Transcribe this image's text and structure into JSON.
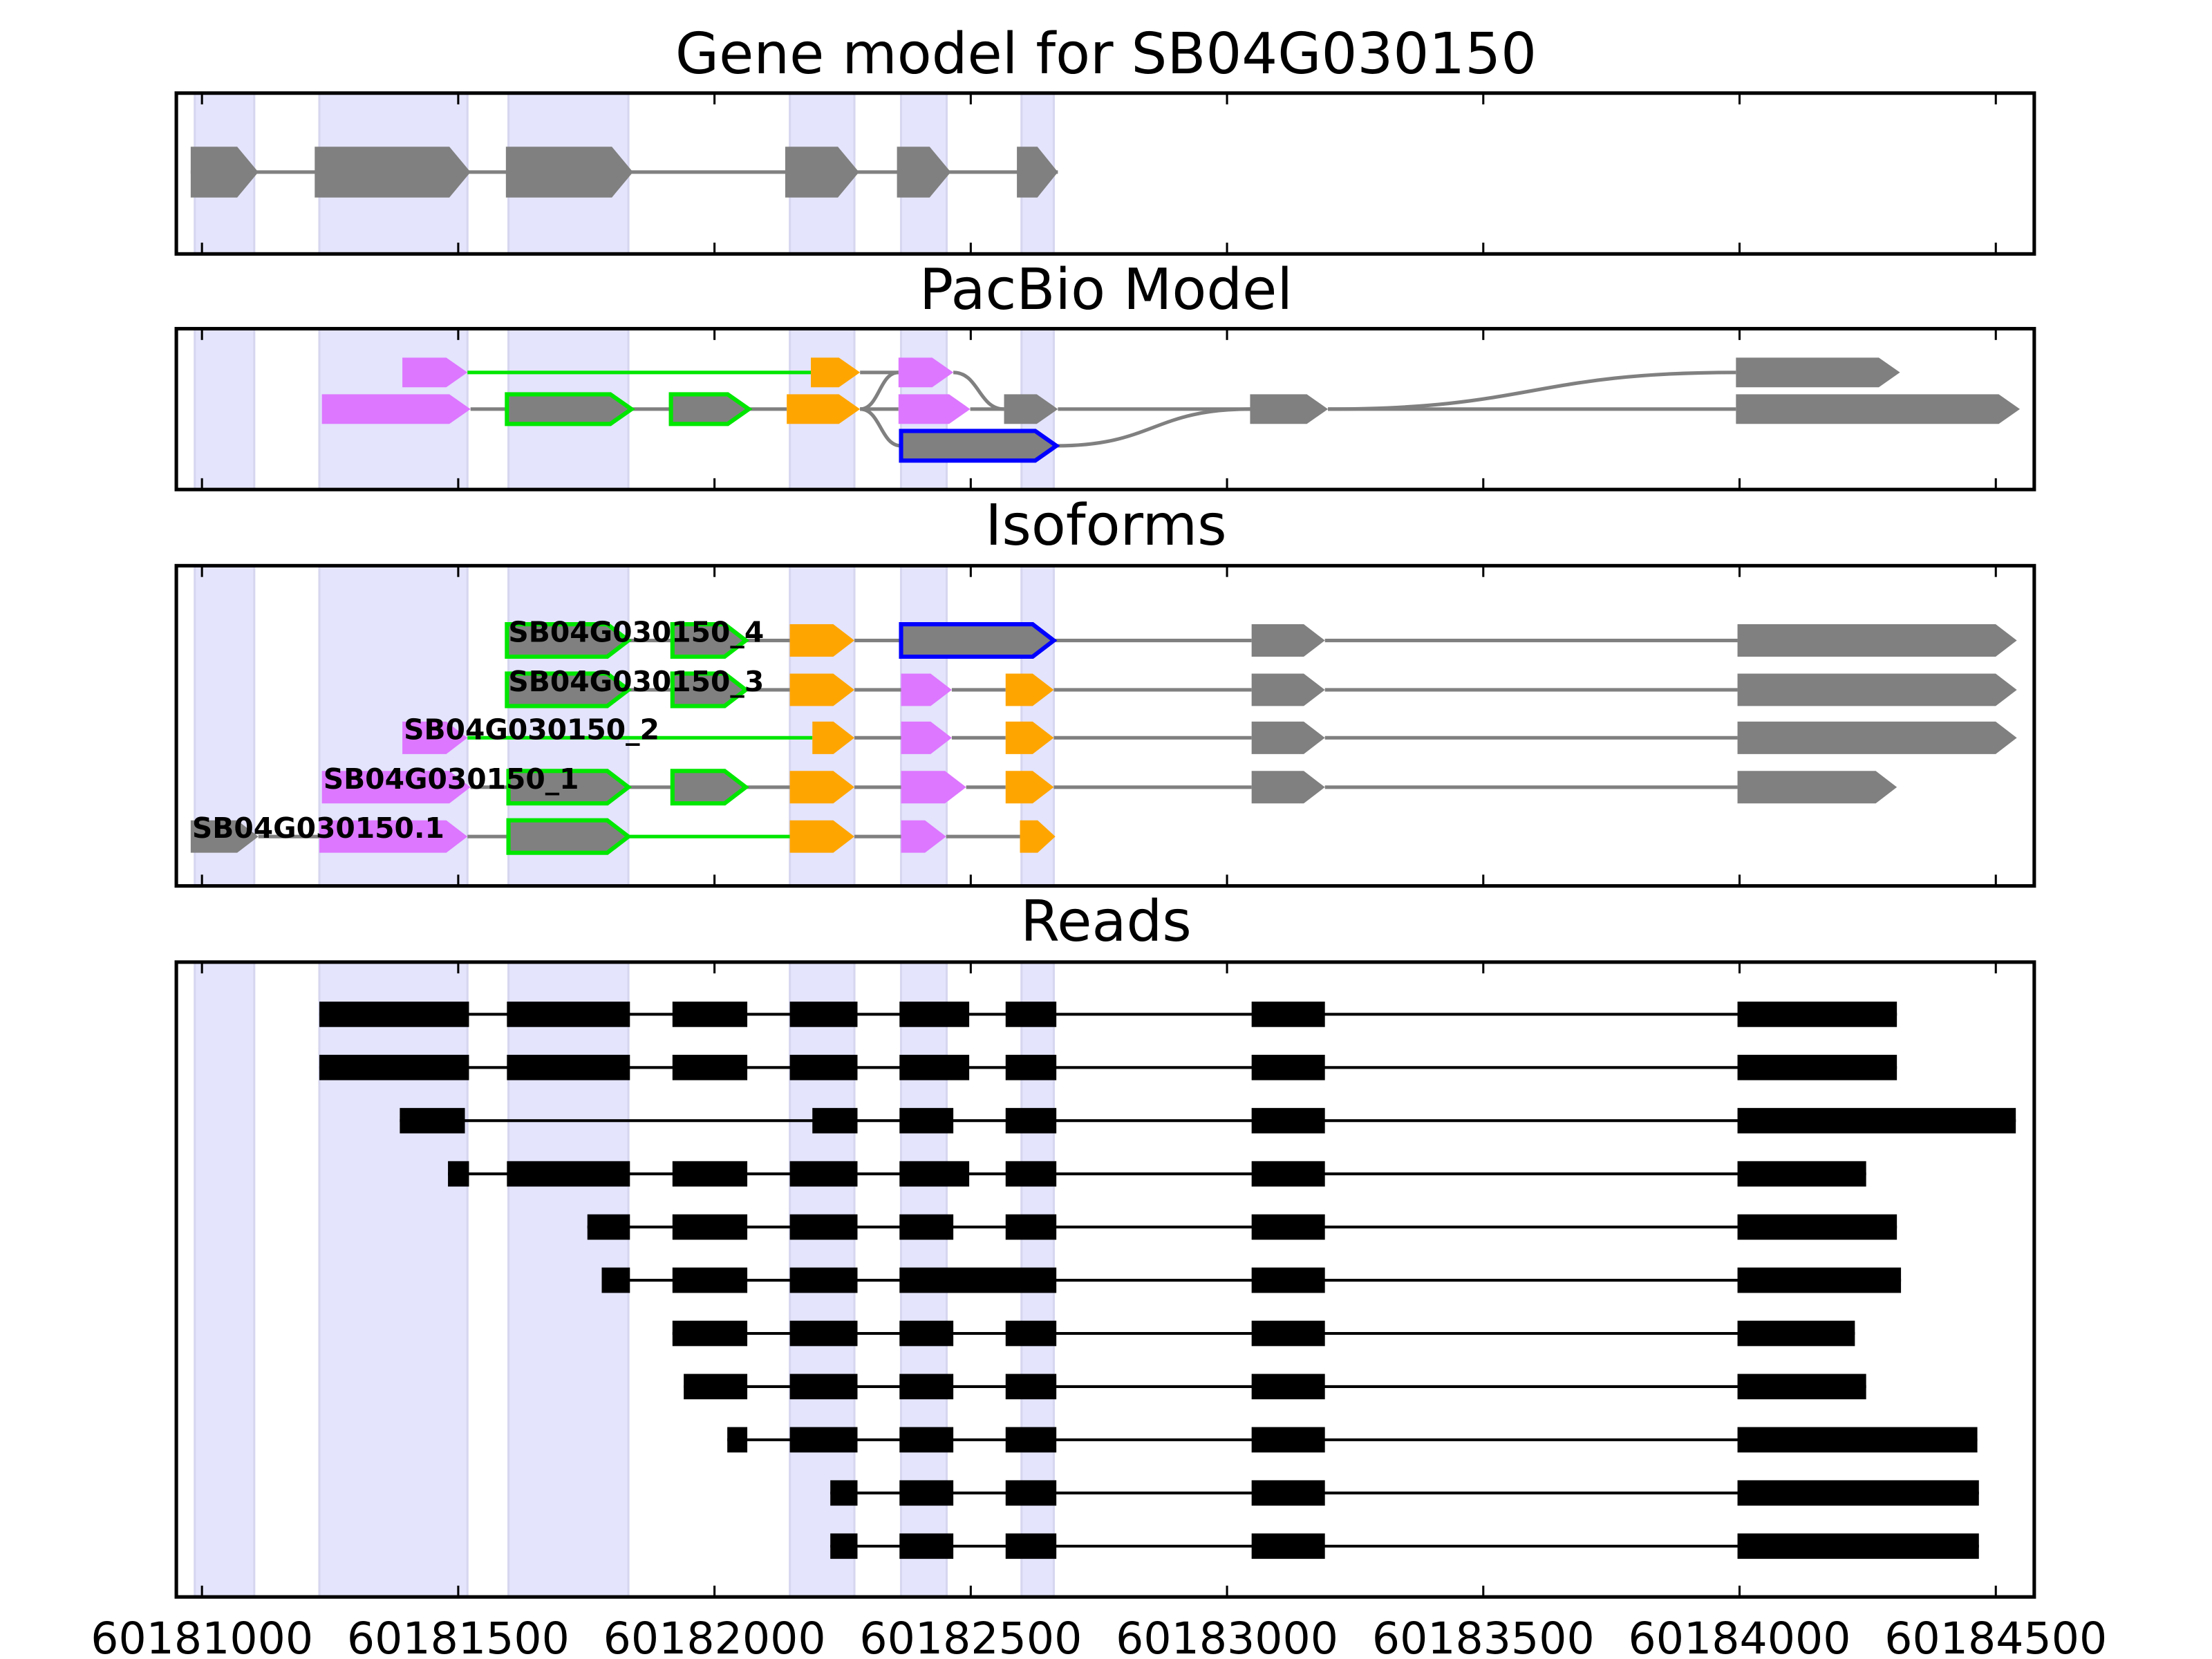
{
  "chart_data": {
    "type": "gene-structure",
    "xlim": [
      60180950,
      60184575
    ],
    "xticks": [
      60181000,
      60181500,
      60182000,
      60182500,
      60183000,
      60183500,
      60184000,
      60184500
    ],
    "xtick_labels": [
      "60181000",
      "60181500",
      "60182000",
      "60182500",
      "60183000",
      "60183500",
      "60184000",
      "60184500"
    ],
    "shaded_regions": [
      [
        60180986,
        60181102
      ],
      [
        60181229,
        60181518
      ],
      [
        60181598,
        60181832
      ],
      [
        60182147,
        60182273
      ],
      [
        60182364,
        60182453
      ],
      [
        60182599,
        60182662
      ]
    ],
    "colors": {
      "gray": "#808080",
      "pink": "#dd77ff",
      "orange": "#ffa500",
      "green": "#00e600",
      "blue": "#0000ff",
      "shade": "#e4e4fc",
      "black": "#000000"
    },
    "gene_model": {
      "title": "Gene model for SB04G030150",
      "exons": [
        [
          60180978,
          60181110
        ],
        [
          60181220,
          60181524
        ],
        [
          60181593,
          60181841
        ],
        [
          60182138,
          60182282
        ],
        [
          60182356,
          60182461
        ],
        [
          60182590,
          60182670
        ]
      ]
    },
    "pacbio": {
      "title": "PacBio Model",
      "nodes": [
        {
          "id": "a",
          "start": 60181391,
          "end": 60181518,
          "row": 0,
          "fill": "pink"
        },
        {
          "id": "b",
          "start": 60182188,
          "end": 60182284,
          "row": 0,
          "fill": "orange"
        },
        {
          "id": "c",
          "start": 60182359,
          "end": 60182466,
          "row": 0,
          "fill": "pink"
        },
        {
          "id": "d",
          "start": 60181234,
          "end": 60181524,
          "row": 1,
          "fill": "pink"
        },
        {
          "id": "e",
          "start": 60181595,
          "end": 60181838,
          "row": 1,
          "fill": "gray",
          "outline": "green"
        },
        {
          "id": "f",
          "start": 60181915,
          "end": 60182067,
          "row": 1,
          "fill": "gray",
          "outline": "green"
        },
        {
          "id": "g",
          "start": 60182141,
          "end": 60182284,
          "row": 1,
          "fill": "orange"
        },
        {
          "id": "h",
          "start": 60182359,
          "end": 60182499,
          "row": 1,
          "fill": "pink"
        },
        {
          "id": "i",
          "start": 60182565,
          "end": 60182670,
          "row": 1,
          "fill": "gray"
        },
        {
          "id": "j",
          "start": 60182364,
          "end": 60182667,
          "row": 2,
          "fill": "gray",
          "outline": "blue"
        },
        {
          "id": "k",
          "start": 60183045,
          "end": 60183197,
          "row": 1,
          "fill": "gray"
        },
        {
          "id": "l",
          "start": 60183993,
          "end": 60184547,
          "row": 1,
          "fill": "gray"
        },
        {
          "id": "m",
          "start": 60183993,
          "end": 60184313,
          "row": 0,
          "fill": "gray"
        }
      ],
      "edges": [
        [
          "a",
          "b",
          "green"
        ],
        [
          "b",
          "c",
          "gray"
        ],
        [
          "c",
          "i",
          "gray"
        ],
        [
          "d",
          "e",
          "gray"
        ],
        [
          "e",
          "f",
          "gray"
        ],
        [
          "f",
          "g",
          "gray"
        ],
        [
          "g",
          "c",
          "gray"
        ],
        [
          "g",
          "h",
          "gray"
        ],
        [
          "g",
          "j",
          "gray"
        ],
        [
          "h",
          "i",
          "gray"
        ],
        [
          "i",
          "k",
          "gray"
        ],
        [
          "j",
          "k",
          "gray"
        ],
        [
          "k",
          "l",
          "gray"
        ],
        [
          "k",
          "m",
          "gray"
        ]
      ]
    },
    "isoforms": {
      "title": "Isoforms",
      "rows": [
        {
          "label": "SB04G030150_4",
          "exons": [
            {
              "start": 60181595,
              "end": 60181832,
              "fill": "gray",
              "outline": "green"
            },
            {
              "start": 60181918,
              "end": 60182061,
              "fill": "gray",
              "outline": "green"
            },
            {
              "start": 60182147,
              "end": 60182273,
              "fill": "orange"
            },
            {
              "start": 60182364,
              "end": 60182662,
              "fill": "gray",
              "outline": "blue"
            },
            {
              "start": 60183048,
              "end": 60183191,
              "fill": "gray"
            },
            {
              "start": 60183996,
              "end": 60184541,
              "fill": "gray"
            }
          ],
          "intron_colors": [
            "gray",
            "gray",
            "gray",
            "gray",
            "gray"
          ]
        },
        {
          "label": "SB04G030150_3",
          "exons": [
            {
              "start": 60181595,
              "end": 60181832,
              "fill": "gray",
              "outline": "green"
            },
            {
              "start": 60181918,
              "end": 60182061,
              "fill": "gray",
              "outline": "green"
            },
            {
              "start": 60182147,
              "end": 60182273,
              "fill": "orange"
            },
            {
              "start": 60182364,
              "end": 60182463,
              "fill": "pink"
            },
            {
              "start": 60182568,
              "end": 60182662,
              "fill": "orange"
            },
            {
              "start": 60183048,
              "end": 60183191,
              "fill": "gray"
            },
            {
              "start": 60183996,
              "end": 60184541,
              "fill": "gray"
            }
          ],
          "intron_colors": [
            "gray",
            "gray",
            "gray",
            "gray",
            "gray",
            "gray"
          ]
        },
        {
          "label": "SB04G030150_2",
          "exons": [
            {
              "start": 60181391,
              "end": 60181518,
              "fill": "pink"
            },
            {
              "start": 60182191,
              "end": 60182273,
              "fill": "orange"
            },
            {
              "start": 60182364,
              "end": 60182463,
              "fill": "pink"
            },
            {
              "start": 60182568,
              "end": 60182662,
              "fill": "orange"
            },
            {
              "start": 60183048,
              "end": 60183191,
              "fill": "gray"
            },
            {
              "start": 60183996,
              "end": 60184541,
              "fill": "gray"
            }
          ],
          "intron_colors": [
            "green",
            "gray",
            "gray",
            "gray",
            "gray"
          ]
        },
        {
          "label": "SB04G030150_1",
          "exons": [
            {
              "start": 60181234,
              "end": 60181524,
              "fill": "pink"
            },
            {
              "start": 60181598,
              "end": 60181832,
              "fill": "gray",
              "outline": "green"
            },
            {
              "start": 60181918,
              "end": 60182061,
              "fill": "gray",
              "outline": "green"
            },
            {
              "start": 60182147,
              "end": 60182273,
              "fill": "orange"
            },
            {
              "start": 60182364,
              "end": 60182491,
              "fill": "pink"
            },
            {
              "start": 60182568,
              "end": 60182662,
              "fill": "orange"
            },
            {
              "start": 60183048,
              "end": 60183191,
              "fill": "gray"
            },
            {
              "start": 60183996,
              "end": 60184307,
              "fill": "gray"
            }
          ],
          "intron_colors": [
            "gray",
            "gray",
            "gray",
            "gray",
            "gray",
            "gray",
            "gray"
          ]
        },
        {
          "label": "SB04G030150.1",
          "exons": [
            {
              "start": 60180978,
              "end": 60181110,
              "fill": "gray"
            },
            {
              "start": 60181229,
              "end": 60181518,
              "fill": "pink"
            },
            {
              "start": 60181598,
              "end": 60181832,
              "fill": "gray",
              "outline": "green"
            },
            {
              "start": 60182147,
              "end": 60182273,
              "fill": "orange"
            },
            {
              "start": 60182364,
              "end": 60182452,
              "fill": "pink"
            },
            {
              "start": 60182596,
              "end": 60182665,
              "fill": "orange"
            }
          ],
          "intron_colors": [
            "gray",
            "gray",
            "green",
            "gray",
            "gray"
          ]
        }
      ]
    },
    "reads": {
      "title": "Reads",
      "items": [
        [
          [
            60181229,
            60181521
          ],
          [
            60181595,
            60181835
          ],
          [
            60181918,
            60182064
          ],
          [
            60182147,
            60182279
          ],
          [
            60182361,
            60182497
          ],
          [
            60182568,
            60182667
          ],
          [
            60183048,
            60183191
          ],
          [
            60183996,
            60184307
          ]
        ],
        [
          [
            60181229,
            60181521
          ],
          [
            60181595,
            60181835
          ],
          [
            60181918,
            60182064
          ],
          [
            60182147,
            60182279
          ],
          [
            60182361,
            60182497
          ],
          [
            60182568,
            60182667
          ],
          [
            60183048,
            60183191
          ],
          [
            60183996,
            60184307
          ]
        ],
        [
          [
            60181386,
            60181513
          ],
          [
            60182191,
            60182279
          ],
          [
            60182361,
            60182466
          ],
          [
            60182568,
            60182667
          ],
          [
            60183048,
            60183191
          ],
          [
            60183996,
            60184539
          ]
        ],
        [
          [
            60181480,
            60181521
          ],
          [
            60181595,
            60181835
          ],
          [
            60181918,
            60182064
          ],
          [
            60182147,
            60182279
          ],
          [
            60182361,
            60182497
          ],
          [
            60182568,
            60182667
          ],
          [
            60183048,
            60183191
          ],
          [
            60183996,
            60184247
          ]
        ],
        [
          [
            60181752,
            60181835
          ],
          [
            60181918,
            60182064
          ],
          [
            60182147,
            60182279
          ],
          [
            60182361,
            60182466
          ],
          [
            60182568,
            60182667
          ],
          [
            60183048,
            60183191
          ],
          [
            60183996,
            60184307
          ]
        ],
        [
          [
            60181780,
            60181835
          ],
          [
            60181918,
            60182064
          ],
          [
            60182147,
            60182279
          ],
          [
            60182361,
            60182667
          ],
          [
            60183048,
            60183191
          ],
          [
            60183996,
            60184315
          ]
        ],
        [
          [
            60181918,
            60182064
          ],
          [
            60182147,
            60182279
          ],
          [
            60182361,
            60182466
          ],
          [
            60182568,
            60182667
          ],
          [
            60183048,
            60183191
          ],
          [
            60183996,
            60184225
          ]
        ],
        [
          [
            60181940,
            60182064
          ],
          [
            60182147,
            60182279
          ],
          [
            60182361,
            60182466
          ],
          [
            60182568,
            60182667
          ],
          [
            60183048,
            60183191
          ],
          [
            60183996,
            60184247
          ]
        ],
        [
          [
            60182025,
            60182064
          ],
          [
            60182147,
            60182279
          ],
          [
            60182361,
            60182466
          ],
          [
            60182568,
            60182667
          ],
          [
            60183048,
            60183191
          ],
          [
            60183996,
            60184464
          ]
        ],
        [
          [
            60182226,
            60182279
          ],
          [
            60182361,
            60182466
          ],
          [
            60182568,
            60182667
          ],
          [
            60183048,
            60183191
          ],
          [
            60183996,
            60184467
          ]
        ],
        [
          [
            60182226,
            60182279
          ],
          [
            60182361,
            60182466
          ],
          [
            60182568,
            60182667
          ],
          [
            60183048,
            60183191
          ],
          [
            60183996,
            60184467
          ]
        ]
      ]
    }
  }
}
